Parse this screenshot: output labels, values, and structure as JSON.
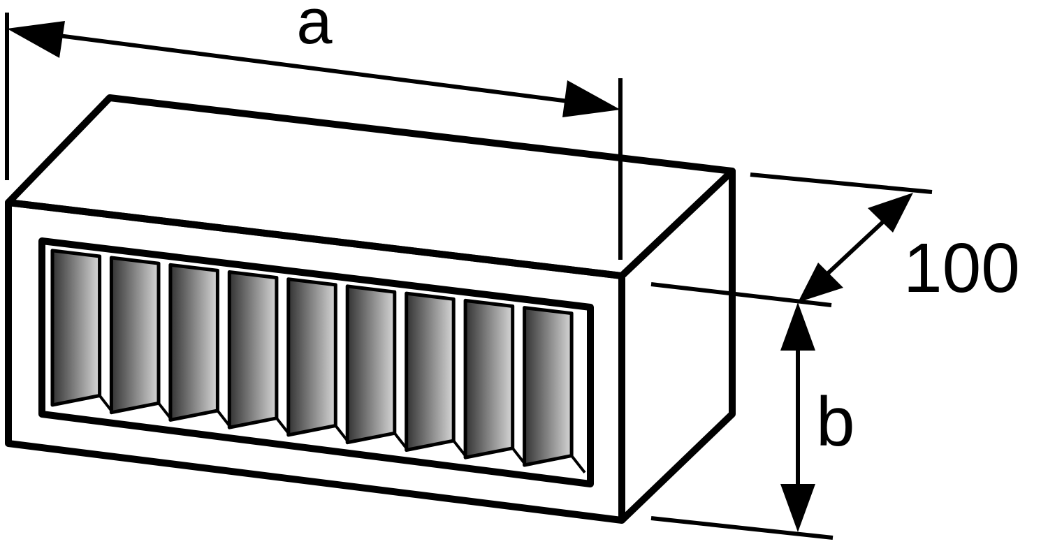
{
  "diagram": {
    "labels": {
      "length": "a",
      "height": "b",
      "depth": "100"
    },
    "colors": {
      "stroke": "#000000",
      "face": "#f4f4f4",
      "fin_dark": "#333333",
      "fin_light": "#d6d6d6",
      "background": "#ffffff"
    },
    "fin_count": 9
  }
}
